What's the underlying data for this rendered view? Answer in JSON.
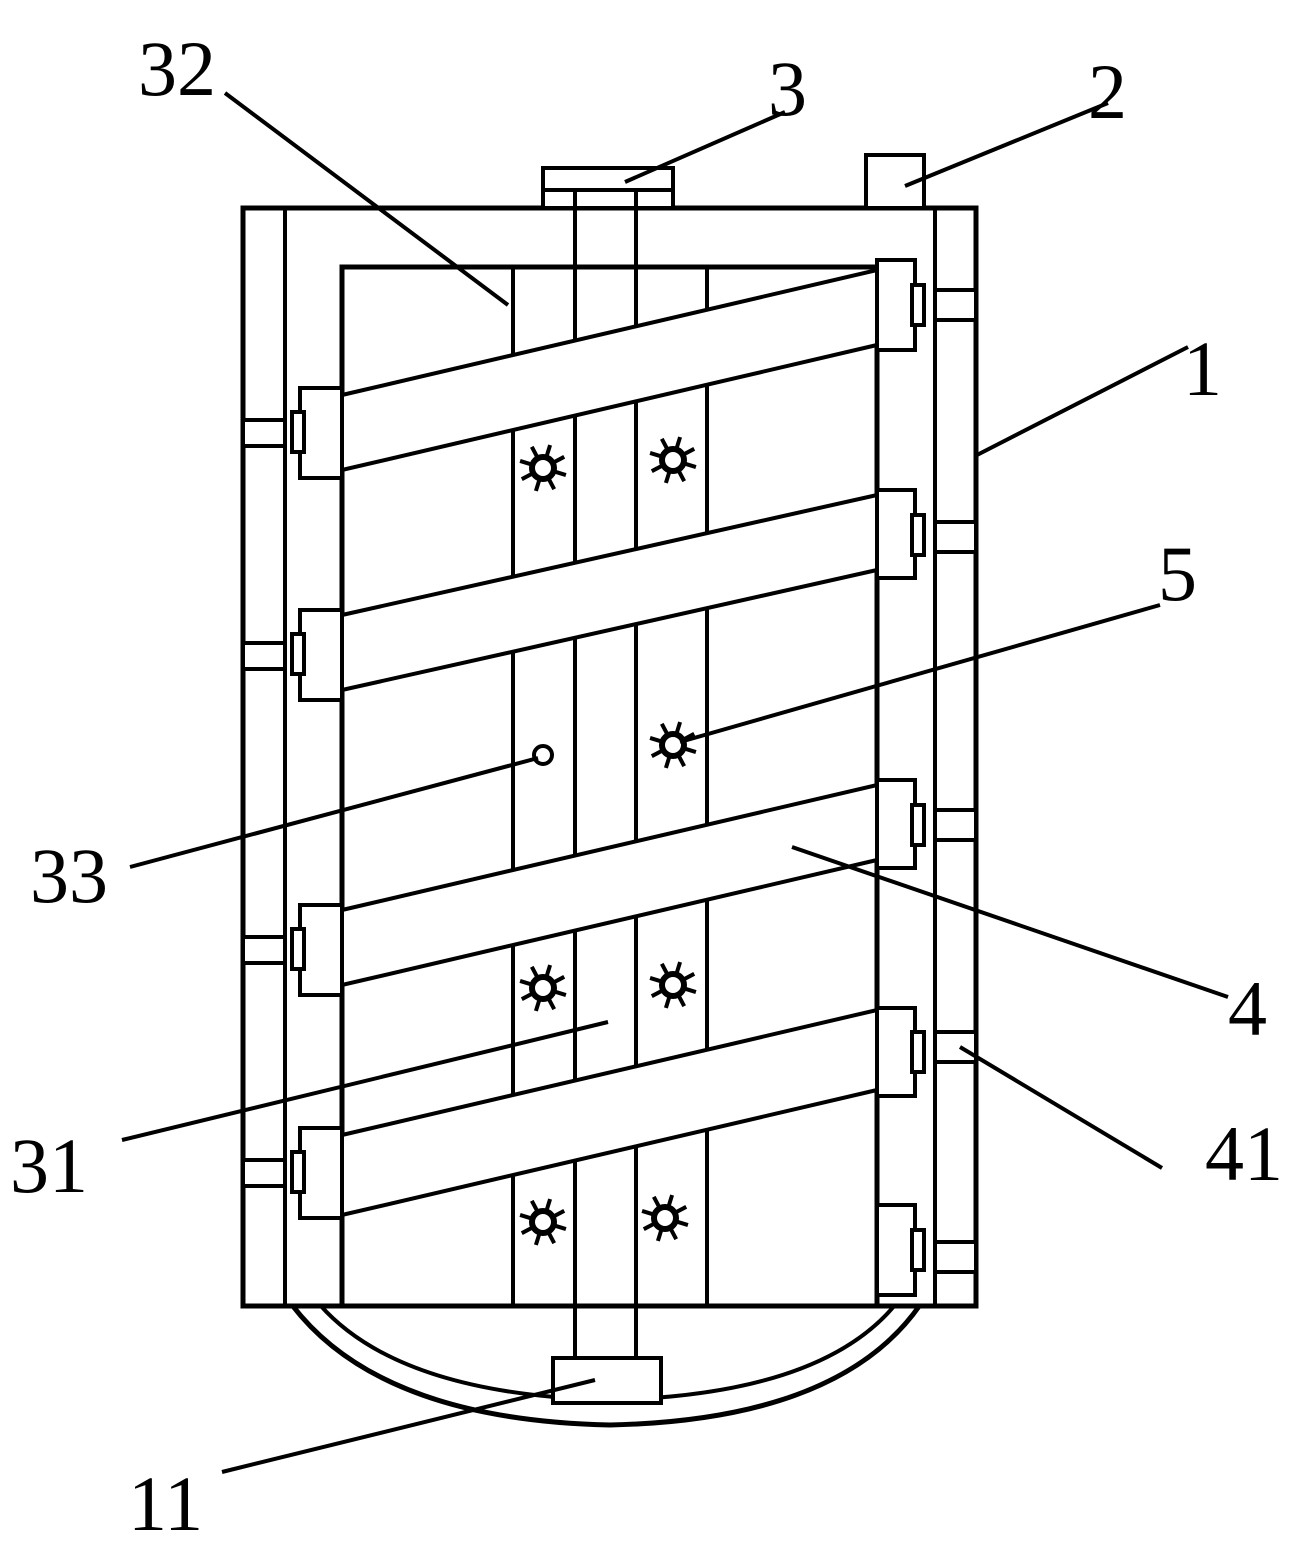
{
  "figure": {
    "labels": {
      "l32": "32",
      "l3": "3",
      "l2": "2",
      "l1": "1",
      "l5": "5",
      "l33": "33",
      "l4": "4",
      "l31": "31",
      "l41": "41",
      "l11": "11"
    },
    "line_color": "#000000",
    "background": "#ffffff"
  }
}
